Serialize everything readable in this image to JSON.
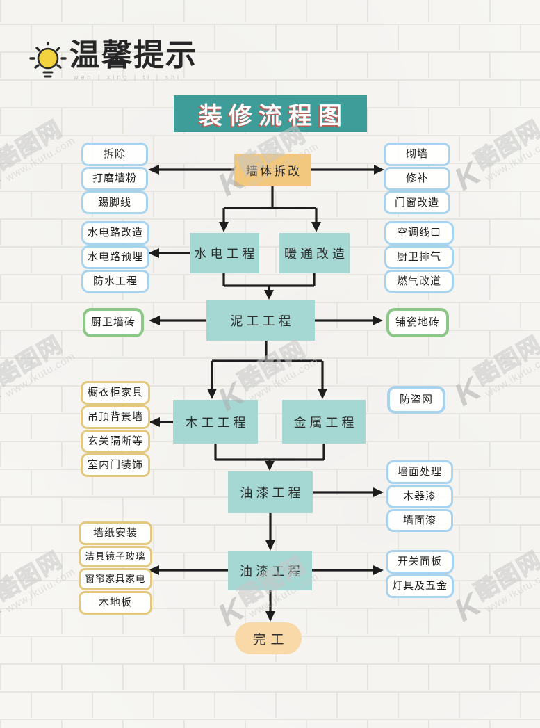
{
  "logo": {
    "brand": "温馨提示",
    "pinyin": "wen | xing | ti | shi"
  },
  "banner": {
    "title": "装修流程图"
  },
  "watermark": {
    "mark": "K",
    "brand": "酷图网",
    "url": "www.ikutu.com"
  },
  "colors": {
    "banner_bg": "#3F9D99",
    "banner_text_shadow": "#C9564E",
    "node_teal": "#A5D7D3",
    "node_orange": "#F2C77E",
    "node_peach": "#F9D9A7",
    "border_blue": "#A8D3EF",
    "border_green": "#8CC788",
    "border_tan": "#E3C87E",
    "arrow": "#1D1D1D",
    "wall_bg": "#F7F6F3"
  },
  "flow": {
    "nodes": {
      "wall_demo": "墙体拆改",
      "water_elec": "水电工程",
      "hvac": "暖通改造",
      "masonry": "泥工工程",
      "carpentry": "木工工程",
      "metal": "金属工程",
      "paint": "油漆工程",
      "install": "油漆工程",
      "finish": "完工"
    },
    "groups": {
      "demolition": [
        "拆除",
        "打磨墙粉",
        "踢脚线"
      ],
      "wall_build": [
        "砌墙",
        "修补",
        "门窗改造"
      ],
      "water_elec_detail": [
        "水电路改造",
        "水电路预埋",
        "防水工程"
      ],
      "hvac_detail": [
        "空调线口",
        "厨卫排气",
        "燃气改道"
      ],
      "masonry_left": [
        "厨卫墙砖"
      ],
      "masonry_right": [
        "铺瓷地砖"
      ],
      "carpentry_detail": [
        "橱衣柜家具",
        "吊顶背景墙",
        "玄关隔断等",
        "室内门装饰"
      ],
      "security": [
        "防盗网"
      ],
      "paint_detail": [
        "墙面处理",
        "木器漆",
        "墙面漆"
      ],
      "install_left": [
        "墙纸安装",
        "洁具镜子玻璃",
        "窗帘家具家电",
        "木地板"
      ],
      "install_right": [
        "开关面板",
        "灯具及五金"
      ]
    }
  }
}
